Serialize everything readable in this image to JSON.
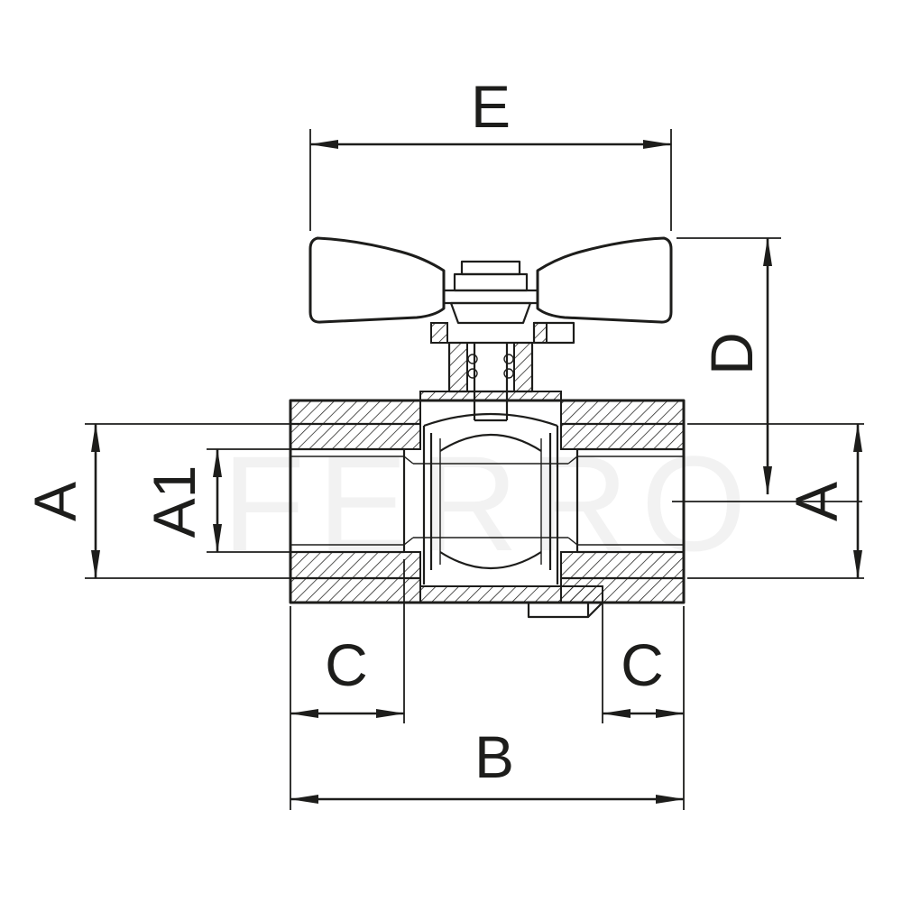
{
  "page": {
    "background": "#ffffff"
  },
  "drawing": {
    "subject": "ball-valve-with-butterfly-handle-cross-section",
    "line_color": "#1d1d1b",
    "watermark": "FERRO",
    "dimensions": {
      "E": "E",
      "D": "D",
      "A_left": "A",
      "A1": "A1",
      "A_right": "A",
      "C_left": "C",
      "C_right": "C",
      "B": "B"
    }
  }
}
